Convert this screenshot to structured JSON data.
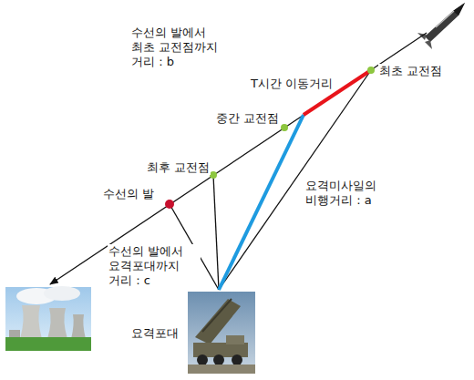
{
  "diagram": {
    "labels": [
      "수선의 발에서 최초 교전점까지 거리 : b",
      "T시간 이동거리",
      "최초 교전점",
      "중간 교전점",
      "최후 교전점",
      "수선의 발",
      "요격미사일의 비행거리 : a",
      "수선의 발에서 요격포대까지 거리 : c",
      "요격포대"
    ]
  }
}
